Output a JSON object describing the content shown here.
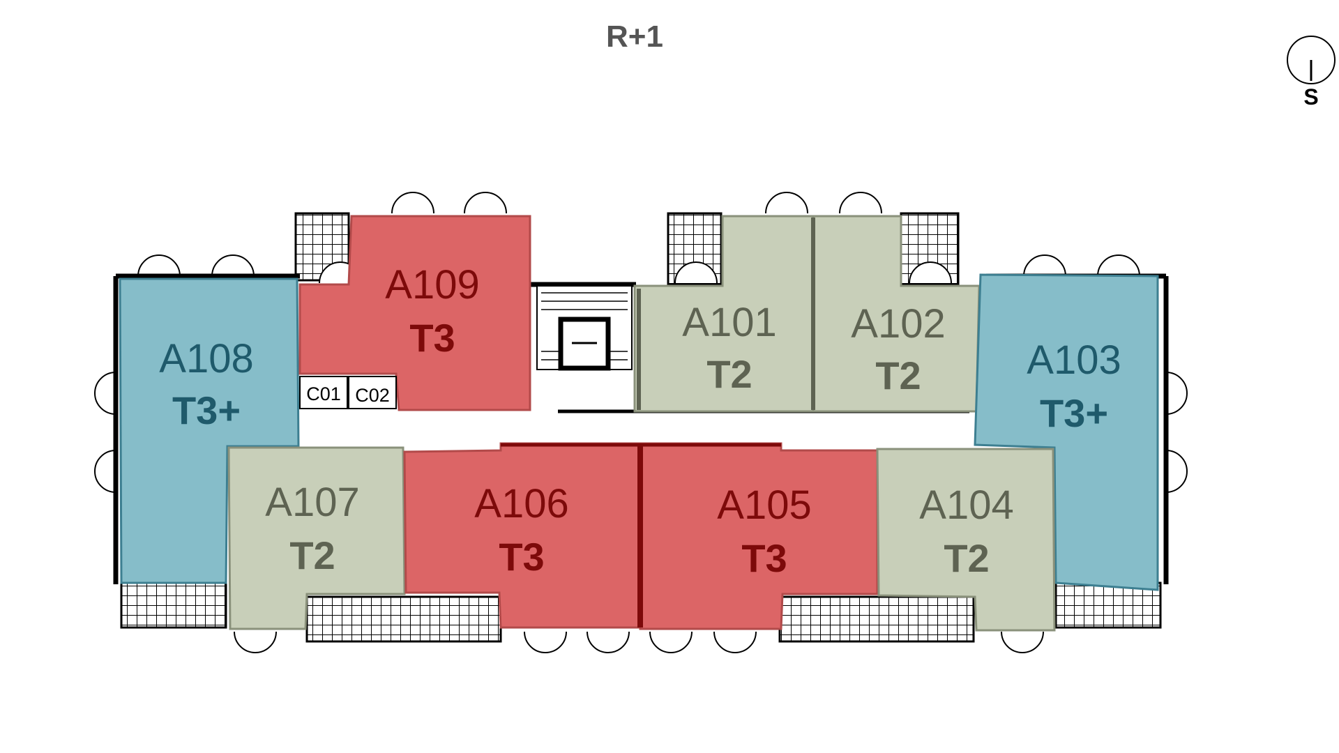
{
  "title": "R+1",
  "compass": {
    "label": "S"
  },
  "colors": {
    "T2": "#c8cfb9",
    "T3": "#dc6566",
    "T3+": "#86bdc9",
    "T2_text": "#5e6352",
    "T3_text": "#7d0a0a",
    "T3plus_text": "#1f5a6b"
  },
  "units": [
    {
      "id": "A101",
      "type": "T2"
    },
    {
      "id": "A102",
      "type": "T2"
    },
    {
      "id": "A103",
      "type": "T3+"
    },
    {
      "id": "A104",
      "type": "T2"
    },
    {
      "id": "A105",
      "type": "T3"
    },
    {
      "id": "A106",
      "type": "T3"
    },
    {
      "id": "A107",
      "type": "T2"
    },
    {
      "id": "A108",
      "type": "T3+"
    },
    {
      "id": "A109",
      "type": "T3"
    }
  ],
  "cellars": [
    "C01",
    "C02"
  ]
}
